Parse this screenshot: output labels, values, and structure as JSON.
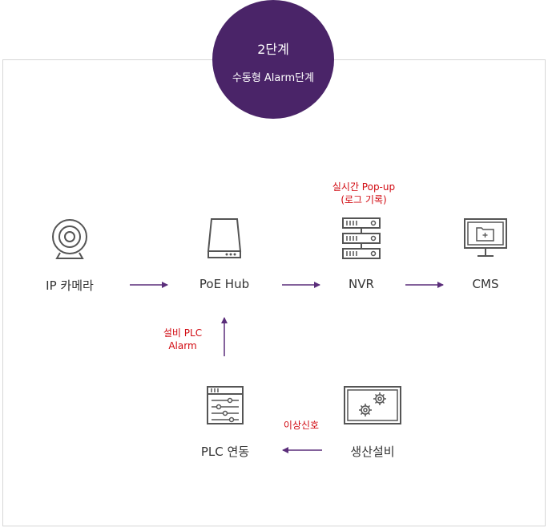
{
  "stage": {
    "title": "2단계",
    "subtitle": "수동형 Alarm단계"
  },
  "nodes": {
    "ip_camera": "IP 카메라",
    "poe_hub": "PoE Hub",
    "nvr": "NVR",
    "cms": "CMS",
    "plc": "PLC 연동",
    "equipment": "생산설비"
  },
  "notes": {
    "nvr_popup_line1": "실시간 Pop-up",
    "nvr_popup_line2": "(로그 기록)",
    "plc_alarm_line1": "설비 PLC",
    "plc_alarm_line2": "Alarm",
    "abnormal_signal": "이상신호"
  },
  "colors": {
    "accent": "#4a2468",
    "arrow": "#5a2d7a",
    "note": "#d10a11",
    "icon": "#555555"
  }
}
